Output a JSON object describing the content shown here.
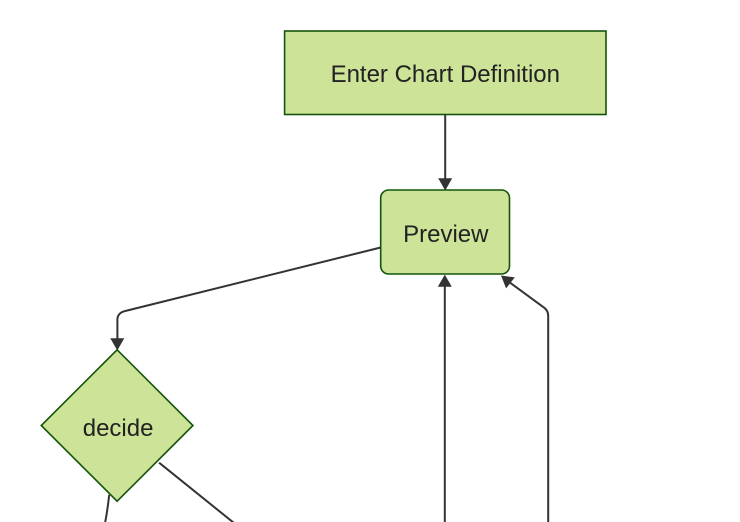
{
  "diagram": {
    "type": "flowchart",
    "orientation": "top-down",
    "nodes": [
      {
        "id": "enter-chart-definition",
        "label": "Enter Chart Definition",
        "shape": "rectangle"
      },
      {
        "id": "preview",
        "label": "Preview",
        "shape": "rounded-rectangle"
      },
      {
        "id": "decide",
        "label": "decide",
        "shape": "diamond"
      }
    ],
    "edges": [
      {
        "from": "enter-chart-definition",
        "to": "preview",
        "arrow": "arrowhead-into-preview-top"
      },
      {
        "from": "preview",
        "to": "decide",
        "arrow": "arrowhead-into-decide-top"
      },
      {
        "from": "decide",
        "to": "offscreen-bottom-left",
        "arrow": "none-visible"
      },
      {
        "from": "decide",
        "to": "offscreen-bottom-right",
        "arrow": "none-visible"
      },
      {
        "from": "offscreen-bottom",
        "to": "preview",
        "arrow": "arrowhead-into-preview-bottom"
      },
      {
        "from": "offscreen-bottom-right",
        "to": "preview",
        "arrow": "arrowhead-into-preview-bottom-right-corner"
      }
    ]
  },
  "colors": {
    "background": "#ffffff",
    "node_fill": "#cde498",
    "node_border": "#13540c",
    "edge": "#333333",
    "label_text": "#222222"
  }
}
